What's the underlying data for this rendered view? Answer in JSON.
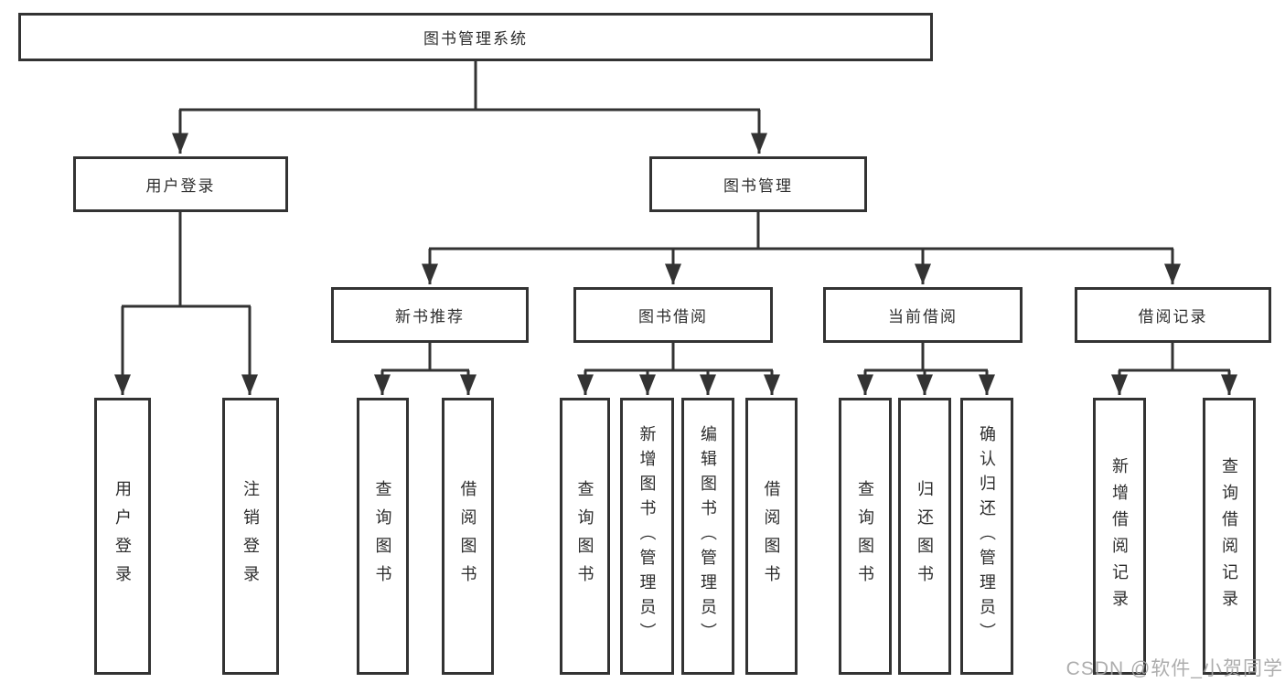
{
  "diagram": {
    "type": "tree",
    "tree": {
      "root": {
        "label": "图书管理系统",
        "children": [
          {
            "label": "用户登录",
            "children": [
              {
                "label": "用户登录"
              },
              {
                "label": "注销登录"
              }
            ]
          },
          {
            "label": "图书管理",
            "children": [
              {
                "label": "新书推荐",
                "children": [
                  {
                    "label": "查询图书"
                  },
                  {
                    "label": "借阅图书"
                  }
                ]
              },
              {
                "label": "图书借阅",
                "children": [
                  {
                    "label": "查询图书"
                  },
                  {
                    "label": "新增图书（管理员）"
                  },
                  {
                    "label": "编辑图书（管理员）"
                  },
                  {
                    "label": "借阅图书"
                  }
                ]
              },
              {
                "label": "当前借阅",
                "children": [
                  {
                    "label": "查询图书"
                  },
                  {
                    "label": "归还图书"
                  },
                  {
                    "label": "确认归还（管理员）"
                  }
                ]
              },
              {
                "label": "借阅记录",
                "children": [
                  {
                    "label": "新增借阅记录"
                  },
                  {
                    "label": "查询借阅记录"
                  }
                ]
              }
            ]
          }
        ]
      }
    },
    "colors": {
      "line": "#333333",
      "box_border": "#333333",
      "box_fill": "#ffffff",
      "text": "#2d2d2d",
      "watermark": "#a4a4a4",
      "background": "#ffffff"
    }
  },
  "watermark": "CSDN @软件_小贺同学"
}
